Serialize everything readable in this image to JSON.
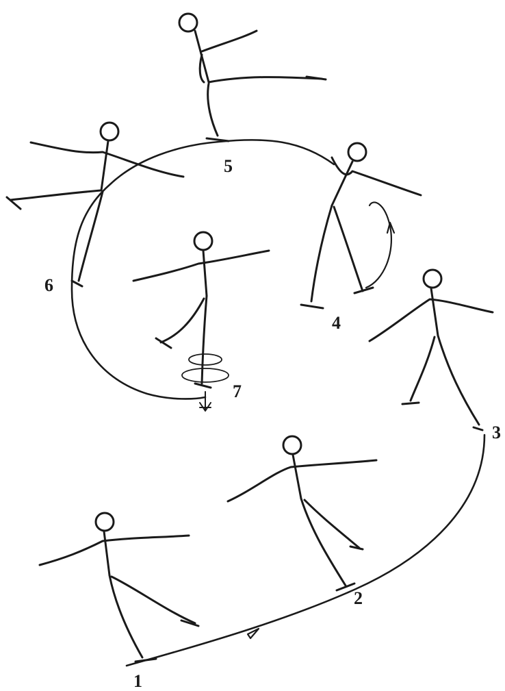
{
  "figure": {
    "stations": [
      {
        "id": "1",
        "label": "1"
      },
      {
        "id": "2",
        "label": "2"
      },
      {
        "id": "3",
        "label": "3"
      },
      {
        "id": "4",
        "label": "4"
      },
      {
        "id": "5",
        "label": "5"
      },
      {
        "id": "6",
        "label": "6"
      },
      {
        "id": "7",
        "label": "7"
      }
    ],
    "ink_color": "#1a1a1a",
    "background_color": "#ffffff"
  }
}
